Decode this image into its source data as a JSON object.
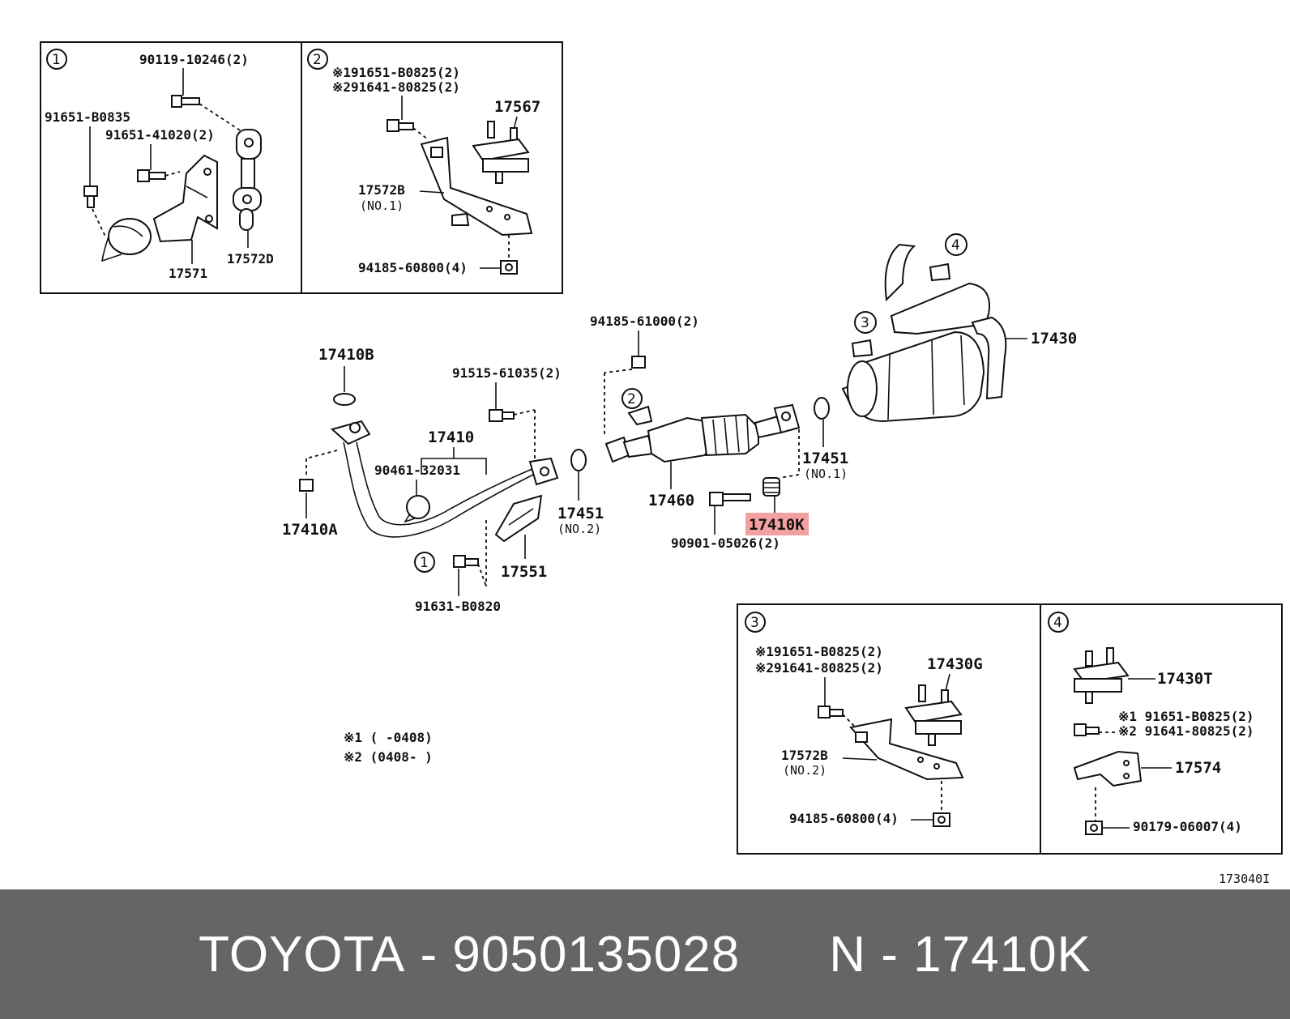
{
  "diagram_code": "173040I",
  "highlight_color": "#f2a0a0",
  "footer_bg": "#656565",
  "footer": {
    "brand": "TOYOTA",
    "sep1": "-",
    "oem_number": "9050135028",
    "ref_prefix": "N",
    "sep2": "-",
    "ref_code": "17410K"
  },
  "insets": {
    "i1": {
      "num": "1",
      "labels": {
        "bolt": "90119-10246(2)",
        "bolt_a": "91651-B0835",
        "bolt_b": "91651-41020(2)",
        "bracket": "17571",
        "hanger": "17572D"
      }
    },
    "i2": {
      "num": "2",
      "labels": {
        "b1": "※191651-B0825(2)",
        "b2": "※291641-80825(2)",
        "mount": "17567",
        "bracket": "17572B",
        "bracket_sub": "(NO.1)",
        "nut": "94185-60800(4)"
      }
    },
    "i3": {
      "num": "3",
      "labels": {
        "b1": "※191651-B0825(2)",
        "b2": "※291641-80825(2)",
        "mount": "17430G",
        "bracket": "17572B",
        "bracket_sub": "(NO.2)",
        "nut": "94185-60800(4)"
      }
    },
    "i4": {
      "num": "4",
      "labels": {
        "mount": "17430T",
        "b1": "※1 91651-B0825(2)",
        "b2": "※2 91641-80825(2)",
        "bracket": "17574",
        "nut": "90179-06007(4)"
      }
    }
  },
  "main": {
    "labels": {
      "p17410b": "17410B",
      "p17410a": "17410A",
      "p17410": "17410",
      "p91515": "91515-61035(2)",
      "p90461": "90461-32031",
      "p17451_no2": "17451",
      "p17451_no2_sub": "(NO.2)",
      "p17551": "17551",
      "p91631": "91631-B0820",
      "p94185_61000": "94185-61000(2)",
      "p17460": "17460",
      "p17451_no1": "17451",
      "p17451_no1_sub": "(NO.1)",
      "p17410k": "17410K",
      "p90901": "90901-05026(2)",
      "p17430": "17430"
    },
    "circle_refs": {
      "c1": "1",
      "c2": "2",
      "c3": "3",
      "c4": "4"
    }
  },
  "notes": {
    "n1": "※1 (      -0408)",
    "n2": "※2 (0408-      )"
  }
}
